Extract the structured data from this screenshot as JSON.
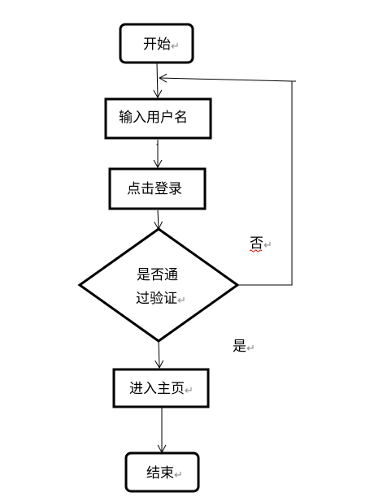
{
  "nodes": {
    "start": {
      "label": "开始"
    },
    "input_username": {
      "label": "输入用户名"
    },
    "click_login": {
      "label": "点击登录"
    },
    "decision": {
      "line1": "是否通",
      "line2": "过验证"
    },
    "enter_home": {
      "label": "进入主页"
    },
    "end": {
      "label": "结束"
    }
  },
  "edges": {
    "no_label": "否",
    "yes_label": "是"
  },
  "marks": {
    "paragraph": "↵"
  },
  "colors": {
    "stroke": "#000000",
    "background": "#ffffff",
    "paragraph_mark": "#8c8c8c",
    "spellcheck_underline": "#e00000"
  }
}
